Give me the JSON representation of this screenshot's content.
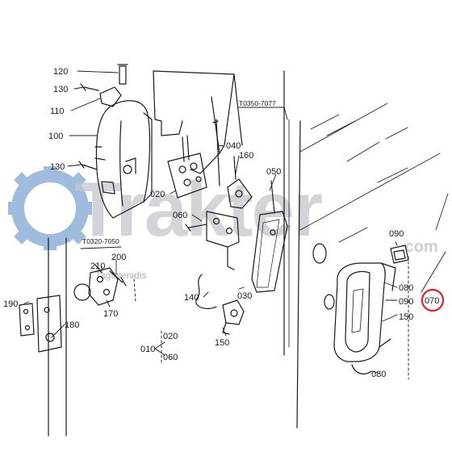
{
  "watermark": {
    "brand": "Trakter",
    "suffix": ".com",
    "byline": "Tagtalenidis",
    "gear_color": "#8fb0d8",
    "text_color": "#b8bcc4"
  },
  "highlight_color": "#e0202a",
  "references": {
    "ref_a": "T0350-7077",
    "ref_b": "T0320-7050"
  },
  "part_labels": {
    "p120": "120",
    "p130a": "130",
    "p110": "110",
    "p100": "100",
    "p130b": "130",
    "p040": "040",
    "p160": "160",
    "p050": "050",
    "p020": "020",
    "p060": "060",
    "p090a": "090",
    "p210": "210",
    "p200": "200",
    "p190": "190",
    "p180": "180",
    "p170": "170",
    "p140": "140",
    "p030": "030",
    "p150": "150",
    "p080a": "080",
    "p090b": "090",
    "p150b": "150",
    "p070": "070",
    "p080b": "080",
    "p010": "010",
    "p020b": "020",
    "p060b": "060"
  }
}
